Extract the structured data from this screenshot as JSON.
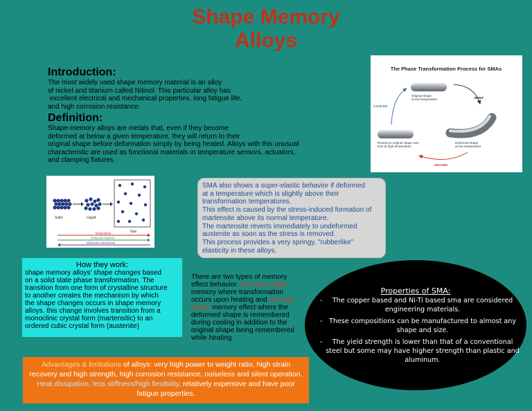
{
  "title": {
    "line1": "Shape Memory",
    "line2": "Alloys"
  },
  "introduction": {
    "heading": "Introduction:",
    "lines": [
      "The most widely used shape memory material is an alloy",
      "of nickel and titanium called Nitinol. This particular alloy has",
      " excellent electrical and mechanical properties, long fatigue life,",
      "and high corrosion resistance."
    ]
  },
  "definition": {
    "heading": "Definition:",
    "lines": [
      "Shape-memory alloys are metals that, even if they become",
      "deformed at below a given temperature, they will return to their",
      "original shape before deformation simply by being heated. Alloys with this unusual",
      "characteristic are used as functional materials in temperature sensors, actuators,",
      "and clamping fixtures."
    ]
  },
  "cycle_figure": {
    "title": "The Phase Transformation Process for SMAs",
    "label_original": [
      "Original shape",
      "at low temperature"
    ],
    "label_bent": "BENT",
    "label_deformed": [
      "Deformed shape",
      "at low temperature"
    ],
    "label_heated": "HEATED",
    "label_reverts": [
      "Reverts to original shape over",
      "time at high temperature"
    ],
    "label_cooled": "COOLED",
    "colors": {
      "arrow": "#4a6fb0",
      "heated": "#d0342c",
      "bar": "#9aa0a6"
    }
  },
  "phase_figure": {
    "solid": "Solid",
    "liquid": "Liquid",
    "gas": "Gas",
    "temperature": "Temperature",
    "molecular_motions": "Molecular Motions",
    "molecular_interactions": "Molecular Interactions",
    "colors": {
      "dot": "#1f3a80",
      "temperature": "#cc2222",
      "motions": "#2d9a4a",
      "interactions": "#7a2aa6"
    }
  },
  "super_elastic": {
    "lines": [
      "SMA also shows a super-elastic behavior if deformed",
      "at a temperature which is slightly above their",
      "transformation temperatures.",
      "This effect is caused by the stress-induced formation of",
      "martensite above its normal temperature.",
      "The martensite reverts immediately to undeformed",
      "austenite as soon as the stress is removed.",
      "This process provides a very springy, \"rubberlike\"",
      "elasticity in these alloys."
    ]
  },
  "how_they_work": {
    "title": "How they work:",
    "lines": [
      "shape memory alloys' shape changes based",
      "on a solid state phase transformation. The",
      "transition from one form of crystalline structure",
      "to another creates the mechanism by which",
      "the shape changes occurs in shape memory",
      "alloys. this change involves transition from a",
      "monoclinic crystal form (martensitic) to an",
      "ordered cubic crystal form (austenite)"
    ]
  },
  "two_types": {
    "p1": "There are two types of memory",
    "p2": "effect behavior: ",
    "one_way": "one way shape",
    "p3": "memory where transformation",
    "p4": "occurs upon heating and ",
    "two_way_a": "two way",
    "two_way_b": "shape",
    "p5": " memory effect where the",
    "p6": "deformed shape is remembered",
    "p7": "during cooling in addition to the",
    "p8": "original shape being remembered",
    "p9": "while heating"
  },
  "properties": {
    "title": "Properties of SMA:",
    "bullet": "-",
    "items": [
      "The copper based and Ni-Ti based sma are considered engineering materials.",
      "These compositions can be manufactured to almost any shape and size.",
      "The yield strength is lower than that of a conventional steel but some may have higher strength than plastic and aluminum."
    ]
  },
  "advantages": {
    "part1": "Advantages & limitations",
    "part2": " of alloys: very high power to weight ratio, high strain recovery and high strength, high corrosion resistance, noiseless and silent operation. ",
    "part3": "Heat dissipation, less stiffness/high flexibility,",
    "part4": " relatively expensive and have poor fatigue properties."
  }
}
